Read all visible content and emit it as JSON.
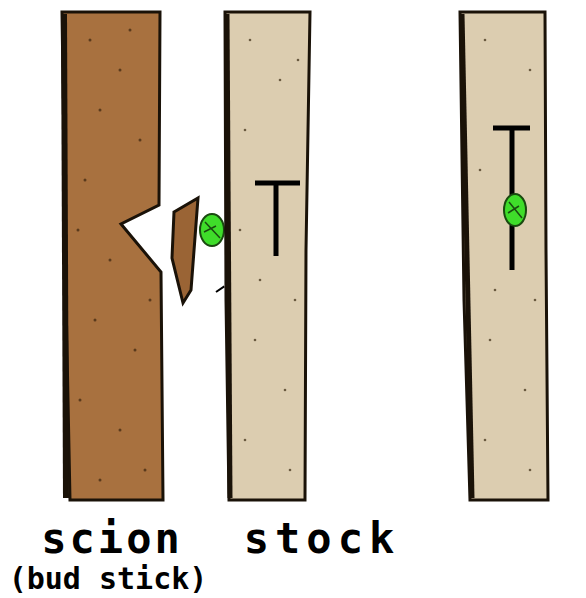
{
  "diagram": {
    "labels": [
      "scion",
      "(bud stick)",
      "stock"
    ]
  }
}
